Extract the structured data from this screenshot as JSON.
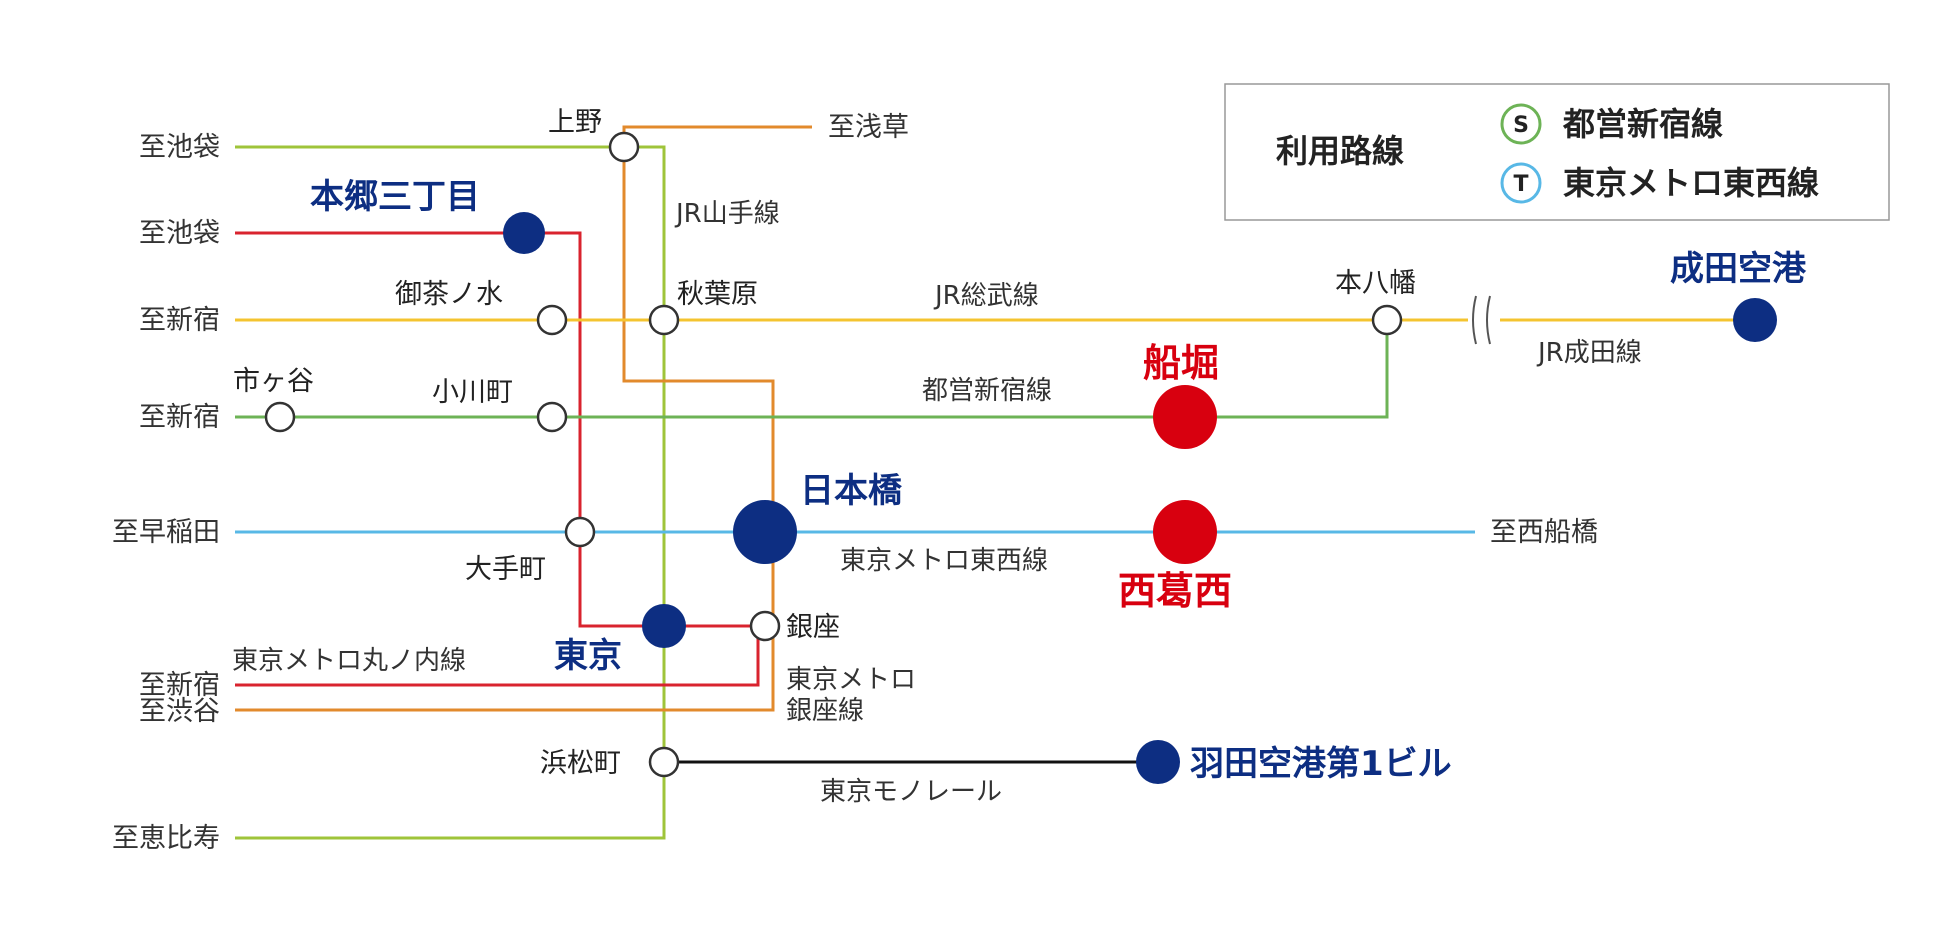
{
  "colors": {
    "yamanote": "#9fc43a",
    "ginza": "#e28a2c",
    "marunouchi": "#d9232e",
    "sobu": "#f4c430",
    "shinjuku_line": "#6db356",
    "tozai": "#58b8e6",
    "monorail": "#111111",
    "major_blue": "#0d2e82",
    "major_red": "#d8000f"
  },
  "legend": {
    "title": "利用路線",
    "items": [
      {
        "badge": "S",
        "label": "都営新宿線",
        "color": "#6db356"
      },
      {
        "badge": "T",
        "label": "東京メトロ東西線",
        "color": "#58b8e6"
      }
    ]
  },
  "destinations": {
    "ikebukuro_1": "至池袋",
    "ikebukuro_2": "至池袋",
    "shinjuku_1": "至新宿",
    "shinjuku_2": "至新宿",
    "waseda": "至早稲田",
    "shinjuku_3": "至新宿",
    "shibuya": "至渋谷",
    "ebisu": "至恵比寿",
    "asakusa": "至浅草",
    "nishifunabashi": "至西船橋"
  },
  "line_names": {
    "yamanote": "JR山手線",
    "sobu": "JR総武線",
    "shinjuku": "都営新宿線",
    "tozai": "東京メトロ東西線",
    "marunouchi": "東京メトロ丸ノ内線",
    "ginza_1": "東京メトロ",
    "ginza_2": "銀座線",
    "monorail": "東京モノレール",
    "narita": "JR成田線"
  },
  "stations": {
    "ueno": "上野",
    "hongo": "本郷三丁目",
    "ochanomizu": "御茶ノ水",
    "akihabara": "秋葉原",
    "ichigaya": "市ヶ谷",
    "ogawamachi": "小川町",
    "otemachi": "大手町",
    "nihonbashi": "日本橋",
    "tokyo": "東京",
    "ginza": "銀座",
    "hamamatsucho": "浜松町",
    "motoyawata": "本八幡",
    "funabori": "船堀",
    "nishikasai": "西葛西",
    "narita_airport": "成田空港",
    "haneda": "羽田空港第1ビル"
  }
}
